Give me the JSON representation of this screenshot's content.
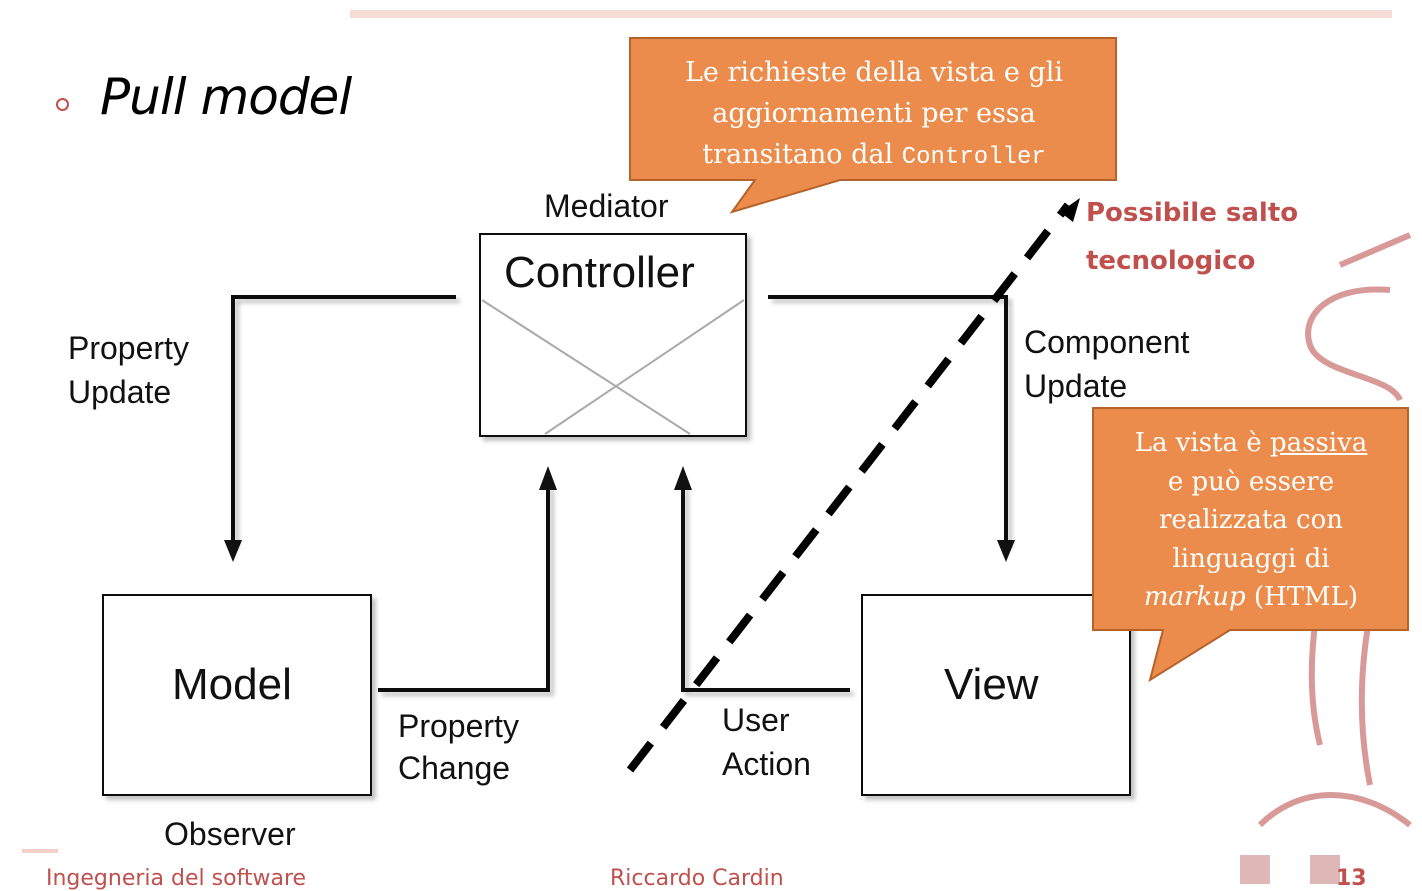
{
  "title": "Pull model",
  "diagram": {
    "controller_role": "Mediator",
    "controller": "Controller",
    "model": "Model",
    "model_role": "Observer",
    "view": "View",
    "property_update": [
      "Property",
      "Update"
    ],
    "property_change": [
      "Property",
      "Change"
    ],
    "component_update": [
      "Component",
      "Update"
    ],
    "user_action": [
      "User",
      "Action"
    ]
  },
  "callout_top": {
    "line1": "Le richieste della vista e gli",
    "line2": "aggiornamenti per essa",
    "line3_text": "transitano dal ",
    "line3_code": "Controller"
  },
  "callout_right": {
    "line1_pre": "La vista è ",
    "line1_underlined": "passiva",
    "line2": "e può essere",
    "line3": "realizzata con",
    "line4": "linguaggi di",
    "line5_italic": "markup",
    "line5_rest": " (HTML)"
  },
  "tech_jump": [
    "Possibile salto",
    "tecnologico"
  ],
  "footer": {
    "left": "Ingegneria del software",
    "center": "Riccardo Cardin",
    "page": "13"
  },
  "colors": {
    "accent": "#c0504d",
    "callout_fill": "#ec8c4c",
    "callout_border": "#b5622b"
  }
}
